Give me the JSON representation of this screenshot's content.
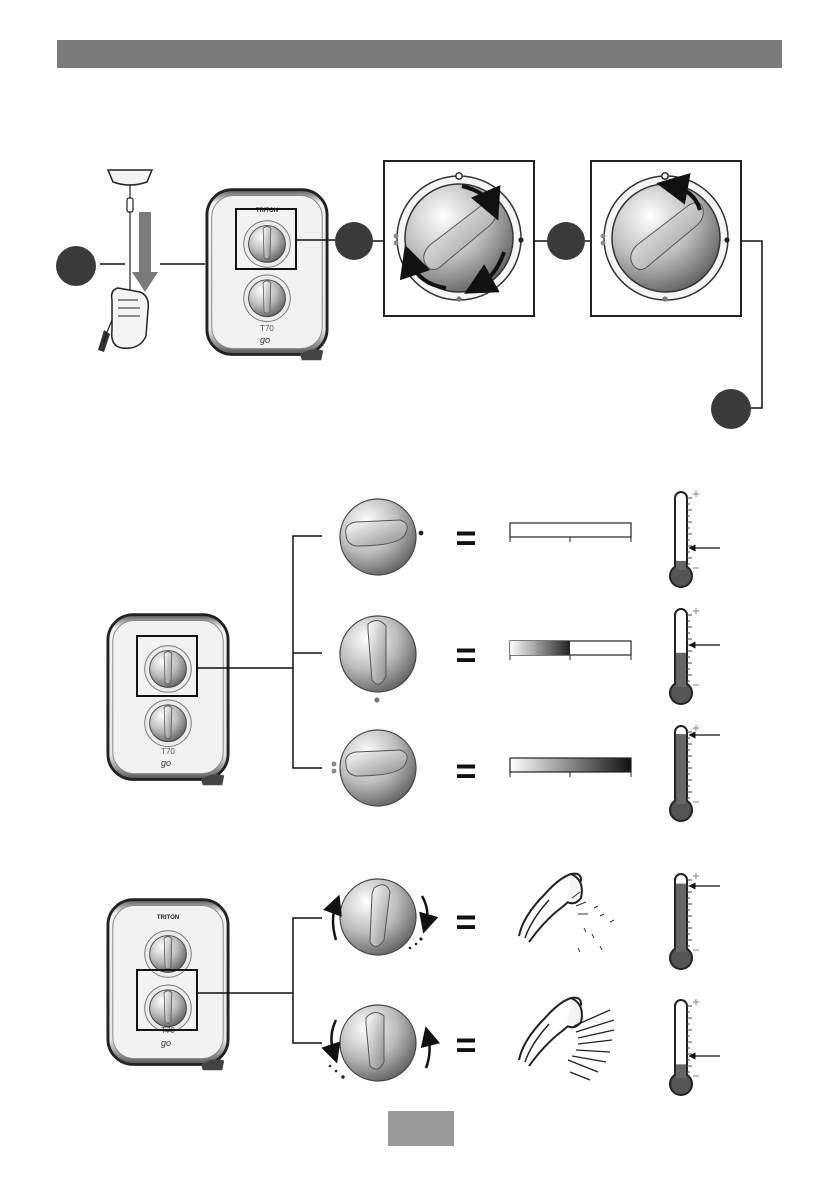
{
  "unit": {
    "brand": "TRITON",
    "model": "T70",
    "script": "go"
  },
  "signs": {
    "equals": "="
  },
  "colors": {
    "header": "#7a7a7a",
    "tab": "#9a9a9a",
    "step_marker": "#3a3a3a"
  },
  "temperature_levels": [
    {
      "state": "off",
      "fill": 0.12
    },
    {
      "state": "medium",
      "fill": 0.45
    },
    {
      "state": "high",
      "fill": 0.92
    }
  ],
  "flow_levels": [
    {
      "state": "low-flow-hot",
      "fill": 0.9
    },
    {
      "state": "high-flow-cool",
      "fill": 0.18
    }
  ],
  "icons": [
    "pull-cord-icon",
    "shower-unit-icon",
    "control-dial-icon",
    "thermometer-icon",
    "shower-head-icon",
    "power-bar-icon"
  ]
}
